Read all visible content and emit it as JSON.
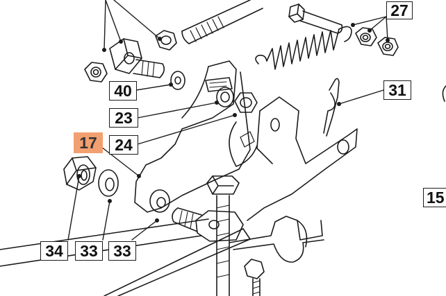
{
  "diagram": {
    "part_labels": [
      {
        "id": "27",
        "text": "27",
        "highlighted": false
      },
      {
        "id": "40",
        "text": "40",
        "highlighted": false
      },
      {
        "id": "23",
        "text": "23",
        "highlighted": false
      },
      {
        "id": "24",
        "text": "24",
        "highlighted": false
      },
      {
        "id": "17",
        "text": "17",
        "highlighted": true
      },
      {
        "id": "31",
        "text": "31",
        "highlighted": false
      },
      {
        "id": "15",
        "text": "15",
        "highlighted": false,
        "partially_visible": true
      },
      {
        "id": "34",
        "text": "34",
        "highlighted": false
      },
      {
        "id": "33a",
        "text": "33",
        "highlighted": false
      },
      {
        "id": "33b",
        "text": "33",
        "highlighted": false
      }
    ],
    "colors": {
      "highlight": "#f2a070",
      "line": "#1a1a1a",
      "background": "#ffffff"
    }
  }
}
